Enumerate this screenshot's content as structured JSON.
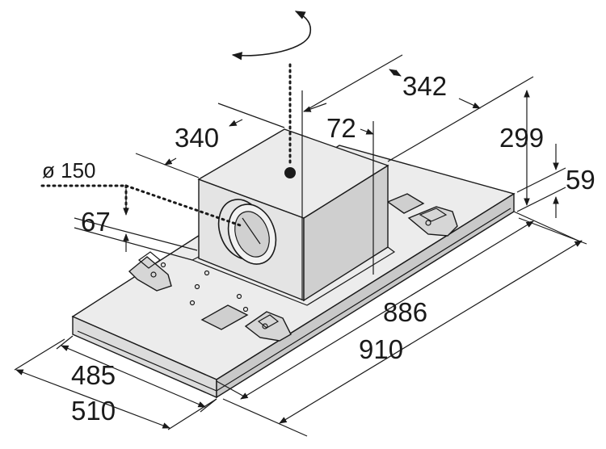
{
  "dimensions": {
    "rotation_width": "342",
    "duct_offset": "72",
    "box_depth": "340",
    "duct_diameter": "ø 150",
    "duct_height": "67",
    "box_height": "299",
    "panel_height": "59",
    "inner_length": "886",
    "outer_length": "910",
    "inner_width": "485",
    "outer_width": "510"
  }
}
